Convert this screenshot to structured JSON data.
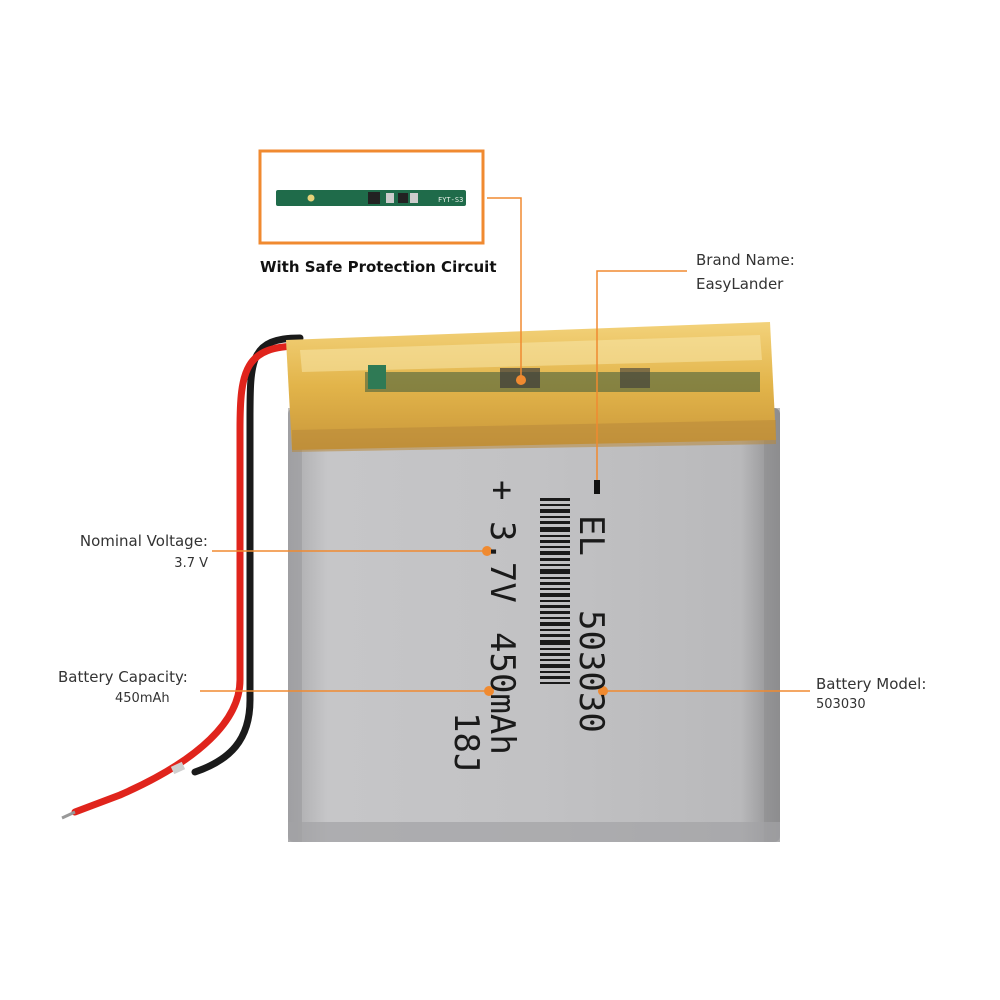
{
  "inset": {
    "caption": "With Safe Protection Circuit",
    "pcb_text": "FYT-S3"
  },
  "callouts": {
    "brand": {
      "title": "Brand Name:",
      "value": "EasyLander"
    },
    "voltage": {
      "title": "Nominal Voltage:",
      "value": "3.7 V"
    },
    "capacity": {
      "title": "Battery  Capacity:",
      "value": "450mAh"
    },
    "model": {
      "title": "Battery Model:",
      "value": "503030"
    }
  },
  "battery_print": {
    "brand": "EL",
    "model": "503030",
    "voltage": "+ 3.7V",
    "capacity": "450mAh",
    "code": "18J"
  },
  "colors": {
    "accent": "#f08a30",
    "tape": "#e8b84a",
    "foil": "#bdbdbf",
    "wire_red": "#e0241c",
    "wire_black": "#1a1a1a",
    "pcb": "#1f6b4a"
  }
}
